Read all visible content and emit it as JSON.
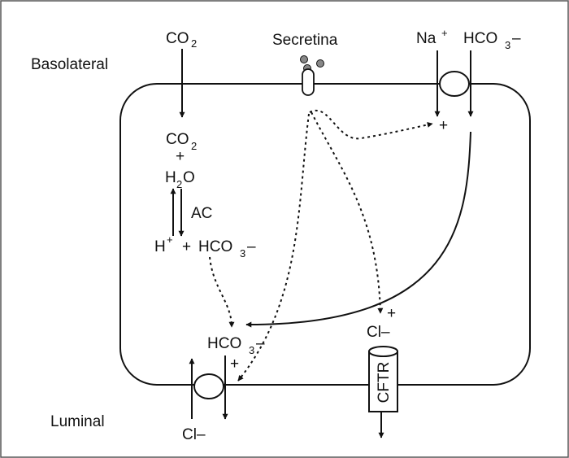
{
  "labels": {
    "basolateral": "Basolateral",
    "luminal": "Luminal",
    "co2_top": "CO",
    "co2_top_sub": "2",
    "secretin": "Secretina",
    "na": "Na",
    "na_sup": "+",
    "hco3_top": "HCO",
    "hco3_top_sub": "3",
    "hco3_top_charge": "–",
    "co2_in": "CO",
    "co2_in_sub": "2",
    "plus_1": "+",
    "h2o_h": "H",
    "h2o_sub": "2",
    "h2o_o": "O",
    "ac": "AC",
    "h": "H",
    "h_sup": "+",
    "plus_2": "+",
    "hco3_mid": "HCO",
    "hco3_mid_sub": "3",
    "hco3_mid_charge": "–",
    "stim_plus_na": "+",
    "stim_plus_cftr": "+",
    "cl_inside": "Cl–",
    "hco3_lum": "HCO",
    "hco3_lum_sub": "3",
    "hco3_lum_charge": "–",
    "stim_plus_exch": "+",
    "cl_bottom": "Cl–",
    "cftr": "CFTR"
  },
  "colors": {
    "ink": "#111111",
    "frame": "#555555",
    "background": "#ffffff"
  }
}
